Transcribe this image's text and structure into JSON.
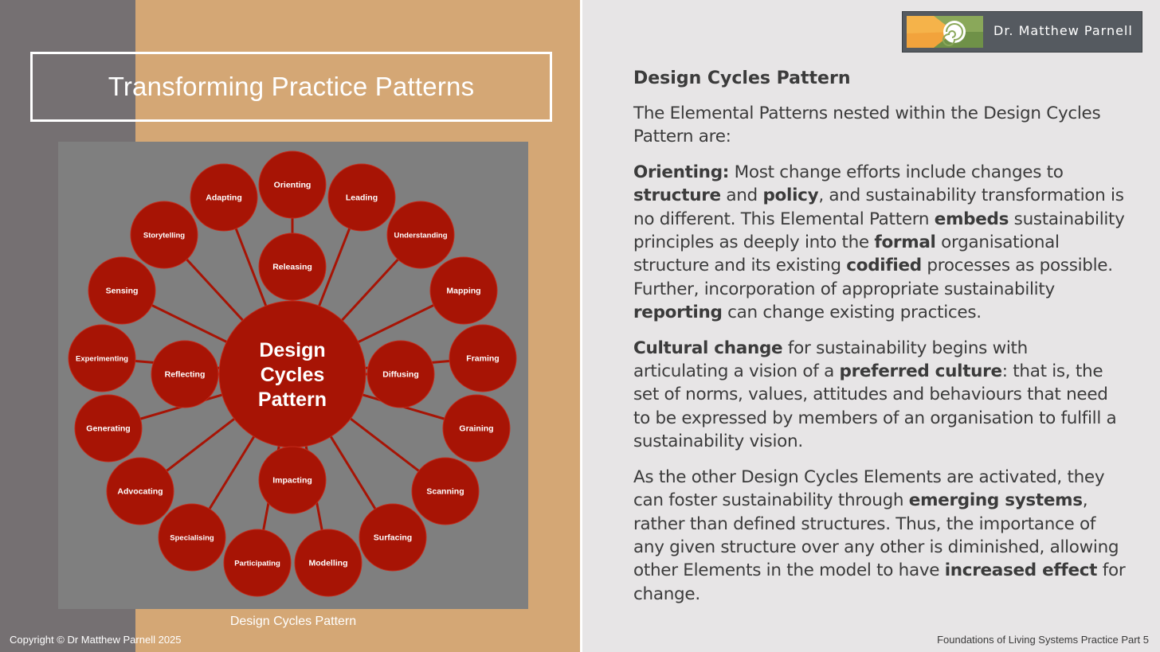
{
  "slide": {
    "title": "Transforming Practice Patterns",
    "copyright": "Copyright © Dr Matthew Parnell 2025",
    "footer": "Foundations of Living Systems Practice Part 5",
    "logo_text": "Dr. Matthew Parnell"
  },
  "diagram": {
    "caption": "Design Cycles Pattern",
    "center_lines": [
      "Design",
      "Cycles",
      "Pattern"
    ],
    "inner_nodes": [
      "Releasing",
      "Diffusing",
      "Impacting",
      "Reflecting"
    ],
    "outer_nodes": [
      "Orienting",
      "Leading",
      "Understanding",
      "Mapping",
      "Framing",
      "Graining",
      "Scanning",
      "Surfacing",
      "Modelling",
      "Participating",
      "Specialising",
      "Advocating",
      "Generating",
      "Experimenting",
      "Sensing",
      "Storytelling",
      "Adapting"
    ],
    "colors": {
      "node": "#a71405",
      "node_border": "#c42a1a",
      "line": "#a71405",
      "panel": "#7f7f7f"
    }
  },
  "content": {
    "heading": "Design Cycles Pattern",
    "intro": "The Elemental Patterns nested within the Design Cycles Pattern are:",
    "p1": [
      {
        "t": "Orienting:",
        "b": true
      },
      {
        "t": " Most change efforts include changes to ",
        "b": false
      },
      {
        "t": "structure",
        "b": true
      },
      {
        "t": " and ",
        "b": false
      },
      {
        "t": "policy",
        "b": true
      },
      {
        "t": ", and sustainability transformation is no different. This Elemental Pattern ",
        "b": false
      },
      {
        "t": "embeds",
        "b": true
      },
      {
        "t": " sustainability principles as deeply into the ",
        "b": false
      },
      {
        "t": "formal",
        "b": true
      },
      {
        "t": " organisational structure and its existing ",
        "b": false
      },
      {
        "t": "codified",
        "b": true
      },
      {
        "t": " processes as possible. Further, incorporation of appropriate sustainability ",
        "b": false
      },
      {
        "t": "reporting",
        "b": true
      },
      {
        "t": " can change existing practices.",
        "b": false
      }
    ],
    "p2": [
      {
        "t": "Cultural change",
        "b": true
      },
      {
        "t": " for sustainability begins with articulating a vision of a ",
        "b": false
      },
      {
        "t": "preferred culture",
        "b": true
      },
      {
        "t": ": that is, the set of norms, values, attitudes and behaviours that need to be expressed by members of an organisation to fulfill a sustainability vision.",
        "b": false
      }
    ],
    "p3": [
      {
        "t": "As the other Design Cycles Elements are activated, they can foster sustainability through ",
        "b": false
      },
      {
        "t": "emerging systems",
        "b": true
      },
      {
        "t": ", rather than defined structures. Thus, the importance of any given structure over any other is diminished, allowing other Elements in the model to have ",
        "b": false
      },
      {
        "t": "increased effect",
        "b": true
      },
      {
        "t": " for change.",
        "b": false
      }
    ]
  }
}
